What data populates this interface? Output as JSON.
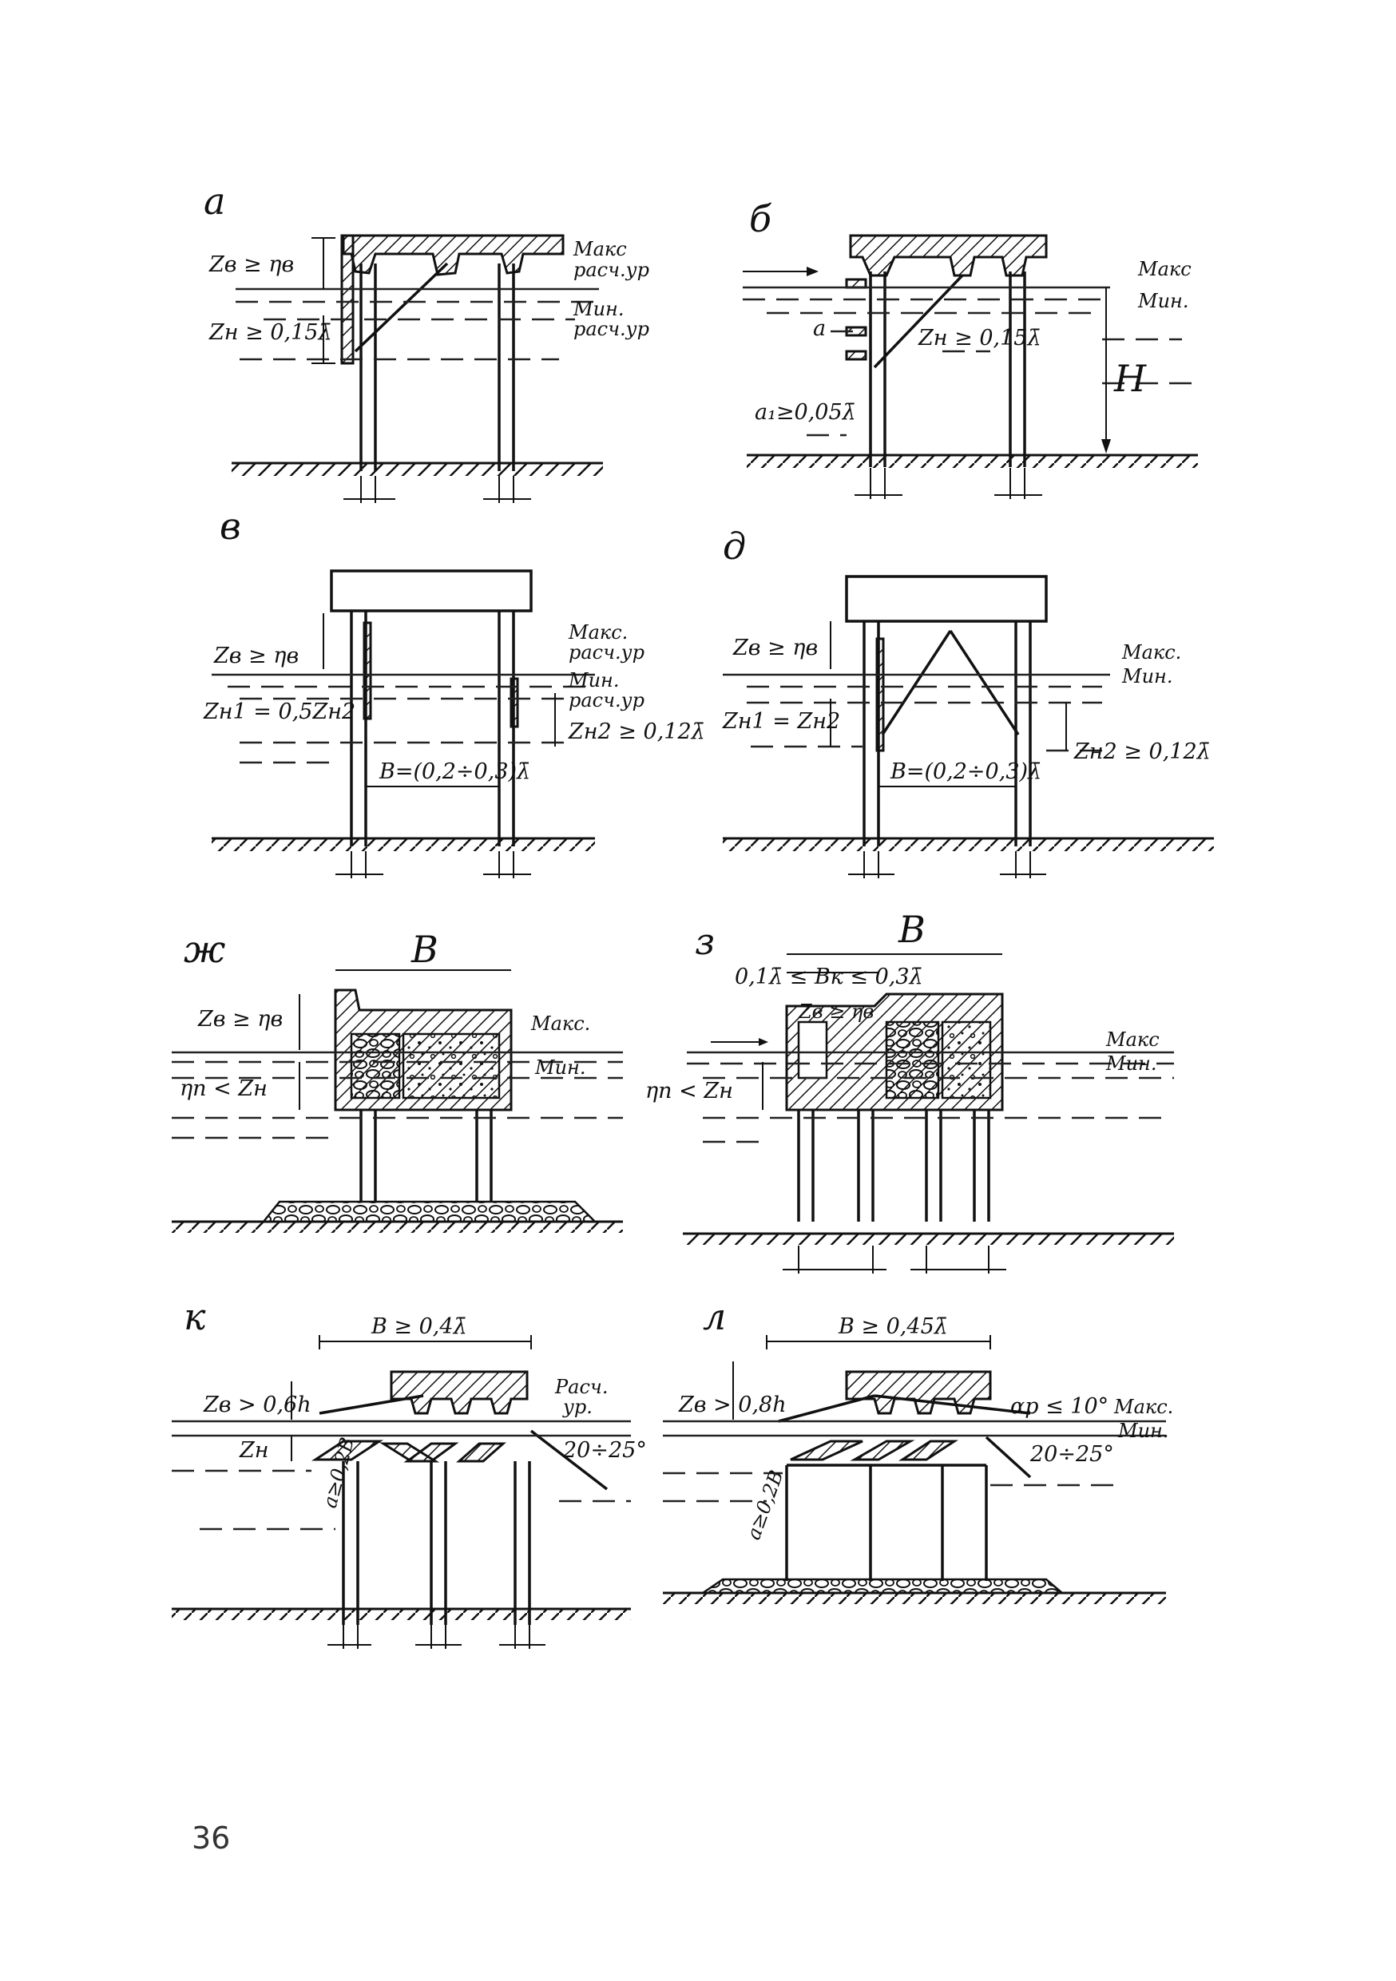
{
  "page_number": "36",
  "panels": {
    "a": {
      "letter": "а",
      "zv": "Zв ≥ ηв",
      "zn": "Zн ≥ 0,15λ̄",
      "max_level": "Макс",
      "max_level_2": "расч.ур",
      "min_level": "Мин.",
      "min_level_2": "расч.ур"
    },
    "b": {
      "letter": "б",
      "max_level": "Макс",
      "min_level": "Мин.",
      "a": "a",
      "a1": "a₁≥0,05λ̄",
      "zn": "Zн ≥ 0,15λ̄",
      "h": "H"
    },
    "v": {
      "letter": "в",
      "zv": "Zв ≥ ηв",
      "zn1": "Zн1 = 0,5Zн2",
      "zn2": "Zн2 ≥ 0,12λ̄",
      "width": "B=(0,2÷0,3)λ̄",
      "max_level": "Макс.",
      "max_level_2": "расч.ур",
      "min_level": "Мин.",
      "min_level_2": "расч.ур"
    },
    "d": {
      "letter": "д",
      "zv": "Zв ≥ ηв",
      "zn1": "Zн1 = Zн2",
      "zn2": "Zн2 ≥ 0,12λ̄",
      "width": "B=(0,2÷0,3)λ̄",
      "max_level": "Макс.",
      "min_level": "Мин."
    },
    "zh": {
      "letter": "ж",
      "b": "B",
      "zv": "Zв ≥ ηв",
      "eta": "ηп < Zн",
      "max_level": "Макс.",
      "min_level": "Мин."
    },
    "z": {
      "letter": "з",
      "b": "B",
      "bk": "0,1λ̄ ≤ Bк ≤ 0,3λ̄",
      "zv": "Zв ≥ ηв",
      "eta": "ηп < Zн",
      "max_level": "Макс",
      "min_level": "Мин."
    },
    "k": {
      "letter": "к",
      "width": "B ≥ 0,4λ̄",
      "zv": "Zв > 0,6h",
      "zn": "Zн",
      "a": "a≥0,2B",
      "angle": "20÷25°",
      "level": "Расч.",
      "level_2": "ур."
    },
    "l": {
      "letter": "л",
      "width": "B ≥ 0,45λ̄",
      "zv": "Zв > 0,8h",
      "alpha": "αр ≤ 10°",
      "angle": "20÷25°",
      "a": "a≥0,2B",
      "max_level": "Макс.",
      "min_level": "Мин."
    }
  }
}
